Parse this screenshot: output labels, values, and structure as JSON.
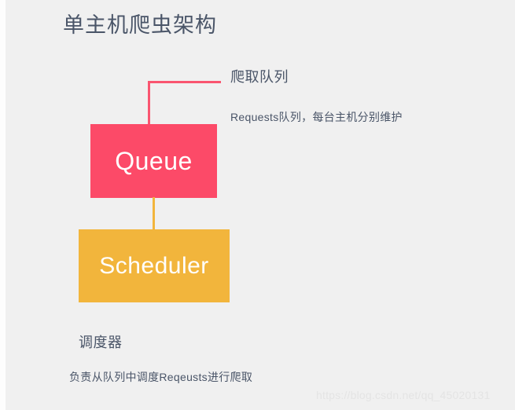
{
  "slide": {
    "title": "单主机爬虫架构",
    "background_color": "#f0f0f0",
    "text_color": "#4a5568"
  },
  "nodes": [
    {
      "id": "queue",
      "label": "Queue",
      "color": "#fc4a68"
    },
    {
      "id": "scheduler",
      "label": "Scheduler",
      "color": "#f2b53c"
    }
  ],
  "annotations": {
    "queue": {
      "heading": "爬取队列",
      "body": "Requests队列，每台主机分别维护"
    },
    "scheduler": {
      "heading": "调度器",
      "body": "负责从队列中调度Reqeusts进行爬取"
    }
  },
  "connectors": [
    {
      "id": "queue-callout",
      "color": "#fa5570",
      "shape": "elbow"
    },
    {
      "id": "queue-to-scheduler",
      "color": "#f2b53c",
      "shape": "vertical"
    }
  ],
  "watermark": {
    "text": "https://blog.csdn.net/qq_45020131"
  }
}
